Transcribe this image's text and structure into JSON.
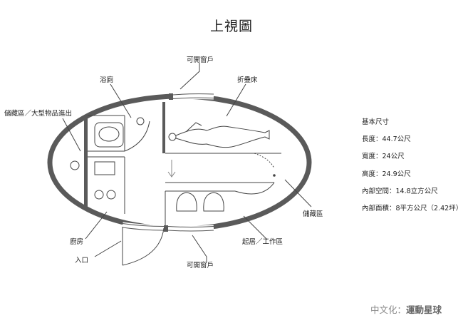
{
  "title": "上視圖",
  "labels": {
    "window_top": "可開窗戶",
    "folding_bed": "折疊床",
    "bathroom": "浴廁",
    "storage_left": "儲藏區／大型物品進出",
    "storage_right": "儲藏區",
    "kitchen": "廚房",
    "living_work": "起居／工作區",
    "entrance": "入口",
    "window_bottom": "可開窗戶"
  },
  "specs": {
    "heading": "基本尺寸",
    "length": "長度：44.7公尺",
    "width": "寬度：24公尺",
    "height": "高度：24.9公尺",
    "interior_space": "內部空間：14.8立方公尺",
    "interior_area": "內部面積：8平方公尺（2.42坪）"
  },
  "credit": {
    "prefix": "中文化：",
    "name": "運動星球"
  },
  "colors": {
    "wall": "#5a5a5a",
    "line": "#444444",
    "credit": "#888888"
  }
}
